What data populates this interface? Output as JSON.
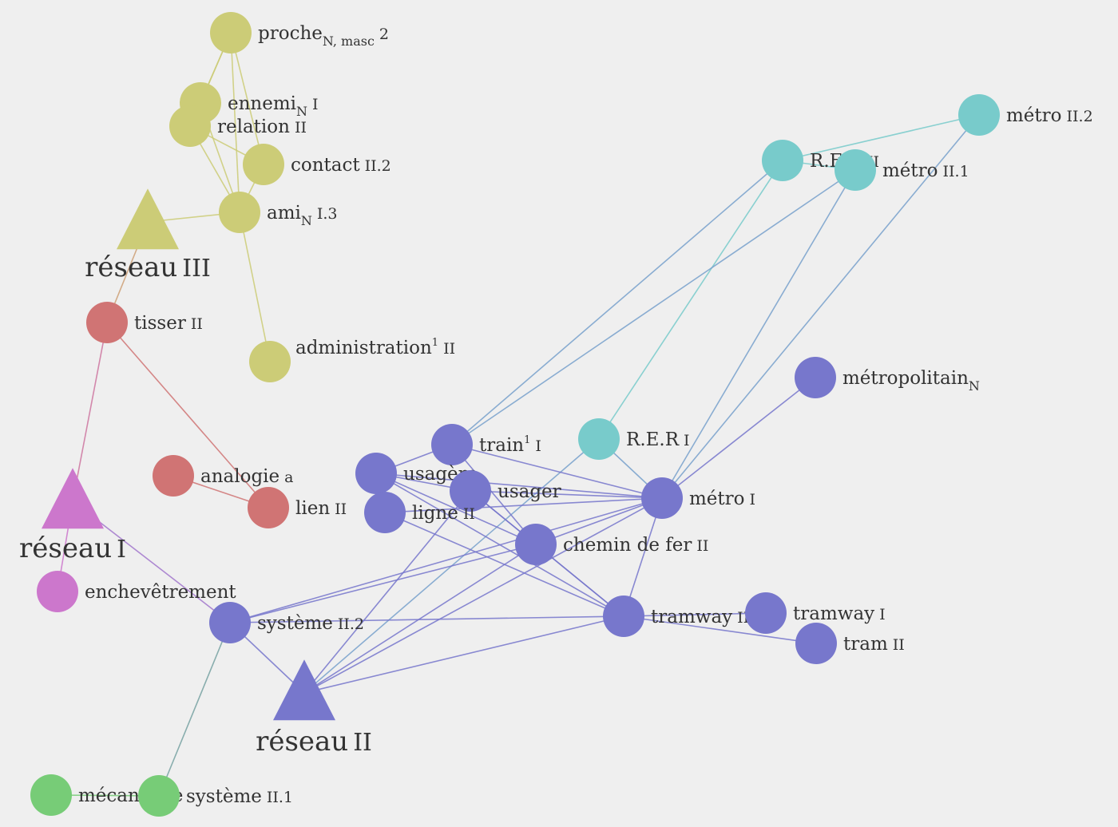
{
  "colors": {
    "olive": "#cccc77",
    "teal": "#78cbcb",
    "indigo": "#7777cc",
    "red": "#d07474",
    "pink": "#cc77cc",
    "green": "#77cc77"
  },
  "nodes": [
    {
      "id": "proche",
      "label": "proche",
      "sub": "N, masc",
      "sense": "2",
      "group": "olive",
      "shape": "circle"
    },
    {
      "id": "ennemi",
      "label": "ennemi",
      "sub": "N",
      "sense": "I",
      "group": "olive",
      "shape": "circle"
    },
    {
      "id": "relation",
      "label": "relation",
      "sense": "II",
      "group": "olive",
      "shape": "circle"
    },
    {
      "id": "contact",
      "label": "contact",
      "sense": "II.2",
      "group": "olive",
      "shape": "circle"
    },
    {
      "id": "ami",
      "label": "ami",
      "sub": "N",
      "sense": "I.3",
      "group": "olive",
      "shape": "circle"
    },
    {
      "id": "reseau3",
      "label": "réseau",
      "sense": "III",
      "group": "olive",
      "shape": "triangle"
    },
    {
      "id": "administration",
      "label": "administration",
      "sup": "1",
      "sense": "II",
      "group": "olive",
      "shape": "circle"
    },
    {
      "id": "tisser",
      "label": "tisser",
      "sense": "II",
      "group": "red",
      "shape": "circle"
    },
    {
      "id": "analogie",
      "label": "analogie",
      "sense": "a",
      "group": "red",
      "shape": "circle"
    },
    {
      "id": "lien",
      "label": "lien",
      "sense": "II",
      "group": "red",
      "shape": "circle"
    },
    {
      "id": "reseau1",
      "label": "réseau",
      "sense": "I",
      "group": "pink",
      "shape": "triangle"
    },
    {
      "id": "enchevetrement",
      "label": "enchevêtrement",
      "group": "pink",
      "shape": "circle"
    },
    {
      "id": "metro22",
      "label": "métro",
      "sense": "II.2",
      "group": "teal",
      "shape": "circle"
    },
    {
      "id": "rer2",
      "label": "R.E.R",
      "sense": "II",
      "group": "teal",
      "shape": "circle"
    },
    {
      "id": "metro21",
      "label": "métro",
      "sense": "II.1",
      "group": "teal",
      "shape": "circle"
    },
    {
      "id": "rer1",
      "label": "R.E.R",
      "sense": "I",
      "group": "teal",
      "shape": "circle"
    },
    {
      "id": "metropolitain",
      "label": "métropolitain",
      "sub": "N",
      "group": "indigo",
      "shape": "circle"
    },
    {
      "id": "train",
      "label": "train",
      "sup": "1",
      "sense": "I",
      "group": "indigo",
      "shape": "circle"
    },
    {
      "id": "usagere",
      "label": "usagère",
      "group": "indigo",
      "shape": "circle"
    },
    {
      "id": "usager",
      "label": "usager",
      "group": "indigo",
      "shape": "circle"
    },
    {
      "id": "ligne",
      "label": "ligne",
      "sense": "II",
      "group": "indigo",
      "shape": "circle"
    },
    {
      "id": "metro1",
      "label": "métro",
      "sense": "I",
      "group": "indigo",
      "shape": "circle"
    },
    {
      "id": "chemin",
      "label": "chemin de fer",
      "sense": "II",
      "group": "indigo",
      "shape": "circle"
    },
    {
      "id": "tramway2",
      "label": "tramway",
      "sense": "II",
      "group": "indigo",
      "shape": "circle"
    },
    {
      "id": "tramway1",
      "label": "tramway",
      "sense": "I",
      "group": "indigo",
      "shape": "circle"
    },
    {
      "id": "tram2",
      "label": "tram",
      "sense": "II",
      "group": "indigo",
      "shape": "circle"
    },
    {
      "id": "systeme22",
      "label": "système",
      "sense": "II.2",
      "group": "indigo",
      "shape": "circle"
    },
    {
      "id": "reseau2",
      "label": "réseau",
      "sense": "II",
      "group": "indigo",
      "shape": "triangle"
    },
    {
      "id": "mecanisme",
      "label": "mécanisme",
      "group": "green",
      "shape": "circle"
    },
    {
      "id": "systeme21",
      "label": "système",
      "sense": "II.1",
      "group": "green",
      "shape": "circle"
    }
  ],
  "edges": [
    [
      "proche",
      "ennemi"
    ],
    [
      "proche",
      "relation"
    ],
    [
      "proche",
      "contact"
    ],
    [
      "proche",
      "ami"
    ],
    [
      "ennemi",
      "relation"
    ],
    [
      "ennemi",
      "ami"
    ],
    [
      "relation",
      "ami"
    ],
    [
      "relation",
      "contact"
    ],
    [
      "contact",
      "ami"
    ],
    [
      "ami",
      "reseau3"
    ],
    [
      "ami",
      "administration"
    ],
    [
      "reseau3",
      "tisser"
    ],
    [
      "tisser",
      "reseau1"
    ],
    [
      "tisser",
      "lien"
    ],
    [
      "analogie",
      "lien"
    ],
    [
      "reseau1",
      "enchevetrement"
    ],
    [
      "reseau1",
      "systeme22"
    ],
    [
      "metro22",
      "rer2"
    ],
    [
      "metro22",
      "metro1"
    ],
    [
      "rer2",
      "metro21"
    ],
    [
      "rer2",
      "train"
    ],
    [
      "rer2",
      "rer1"
    ],
    [
      "metro21",
      "train"
    ],
    [
      "metro21",
      "metro1"
    ],
    [
      "rer1",
      "metro1"
    ],
    [
      "rer1",
      "reseau2"
    ],
    [
      "metropolitain",
      "metro1"
    ],
    [
      "train",
      "usagere"
    ],
    [
      "train",
      "metro1"
    ],
    [
      "train",
      "chemin"
    ],
    [
      "usagere",
      "usager"
    ],
    [
      "usagere",
      "metro1"
    ],
    [
      "usagere",
      "chemin"
    ],
    [
      "usagere",
      "tramway2"
    ],
    [
      "usager",
      "metro1"
    ],
    [
      "usager",
      "chemin"
    ],
    [
      "usager",
      "tramway2"
    ],
    [
      "usager",
      "reseau2"
    ],
    [
      "ligne",
      "metro1"
    ],
    [
      "ligne",
      "tramway2"
    ],
    [
      "metro1",
      "chemin"
    ],
    [
      "metro1",
      "tramway2"
    ],
    [
      "metro1",
      "systeme22"
    ],
    [
      "metro1",
      "reseau2"
    ],
    [
      "chemin",
      "tramway2"
    ],
    [
      "chemin",
      "systeme22"
    ],
    [
      "chemin",
      "reseau2"
    ],
    [
      "tramway2",
      "tramway1"
    ],
    [
      "tramway2",
      "tram2"
    ],
    [
      "tramway2",
      "systeme22"
    ],
    [
      "tramway2",
      "reseau2"
    ],
    [
      "systeme22",
      "reseau2"
    ],
    [
      "systeme22",
      "systeme21"
    ],
    [
      "mecanisme",
      "systeme21"
    ]
  ]
}
